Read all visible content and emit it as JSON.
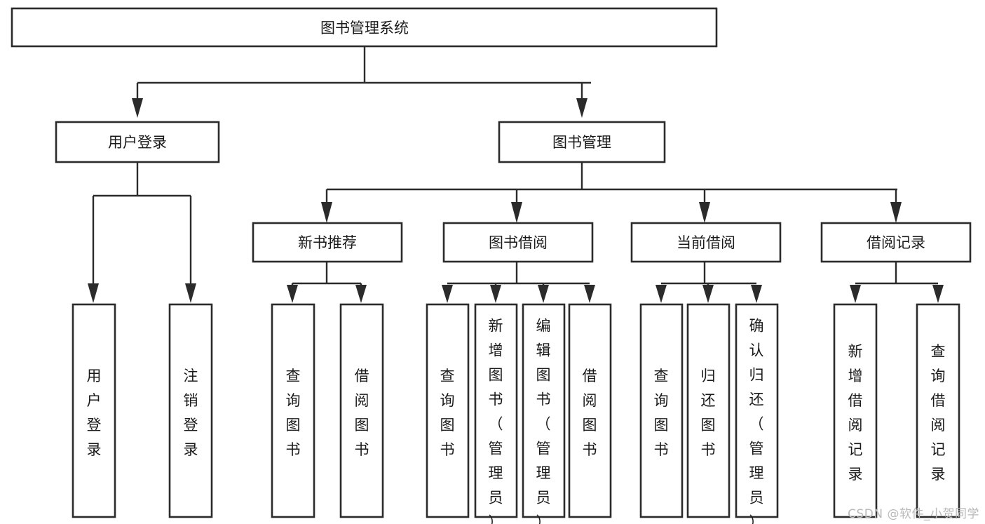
{
  "diagram": {
    "type": "tree-hierarchy",
    "orientation": "top-down",
    "root": {
      "id": "root",
      "label": "图书管理系统"
    },
    "level1": [
      {
        "id": "user-login",
        "label": "用户登录"
      },
      {
        "id": "book-manage",
        "label": "图书管理"
      }
    ],
    "level2": [
      {
        "id": "new-book-rec",
        "label": "新书推荐",
        "parent": "book-manage"
      },
      {
        "id": "book-borrow",
        "label": "图书借阅",
        "parent": "book-manage"
      },
      {
        "id": "current-borrow",
        "label": "当前借阅",
        "parent": "book-manage"
      },
      {
        "id": "borrow-record",
        "label": "借阅记录",
        "parent": "book-manage"
      }
    ],
    "leaves": [
      {
        "id": "leaf-user-login",
        "label": "用户登录",
        "parent": "user-login"
      },
      {
        "id": "leaf-logout",
        "label": "注销登录",
        "parent": "user-login"
      },
      {
        "id": "leaf-query-book-1",
        "label": "查询图书",
        "parent": "new-book-rec"
      },
      {
        "id": "leaf-borrow-book-1",
        "label": "借阅图书",
        "parent": "new-book-rec"
      },
      {
        "id": "leaf-query-book-2",
        "label": "查询图书",
        "parent": "book-borrow"
      },
      {
        "id": "leaf-add-book",
        "label": "新增图书（管理员）",
        "parent": "book-borrow"
      },
      {
        "id": "leaf-edit-book",
        "label": "编辑图书（管理员）",
        "parent": "book-borrow"
      },
      {
        "id": "leaf-borrow-book-2",
        "label": "借阅图书",
        "parent": "book-borrow"
      },
      {
        "id": "leaf-query-book-3",
        "label": "查询图书",
        "parent": "current-borrow"
      },
      {
        "id": "leaf-return-book",
        "label": "归还图书",
        "parent": "current-borrow"
      },
      {
        "id": "leaf-confirm-return",
        "label": "确认归还（管理员）",
        "parent": "current-borrow"
      },
      {
        "id": "leaf-add-record",
        "label": "新增借阅记录",
        "parent": "borrow-record"
      },
      {
        "id": "leaf-query-record",
        "label": "查询借阅记录",
        "parent": "borrow-record"
      }
    ],
    "colors": {
      "box_fill": "#ffffff",
      "box_stroke": "#2b2b2b",
      "connector": "#2b2b2b",
      "text": "#1a1a1a",
      "background": "#ffffff",
      "watermark": "#b9b9b9"
    }
  },
  "watermark": {
    "text": "CSDN @软件_小贺同学"
  }
}
